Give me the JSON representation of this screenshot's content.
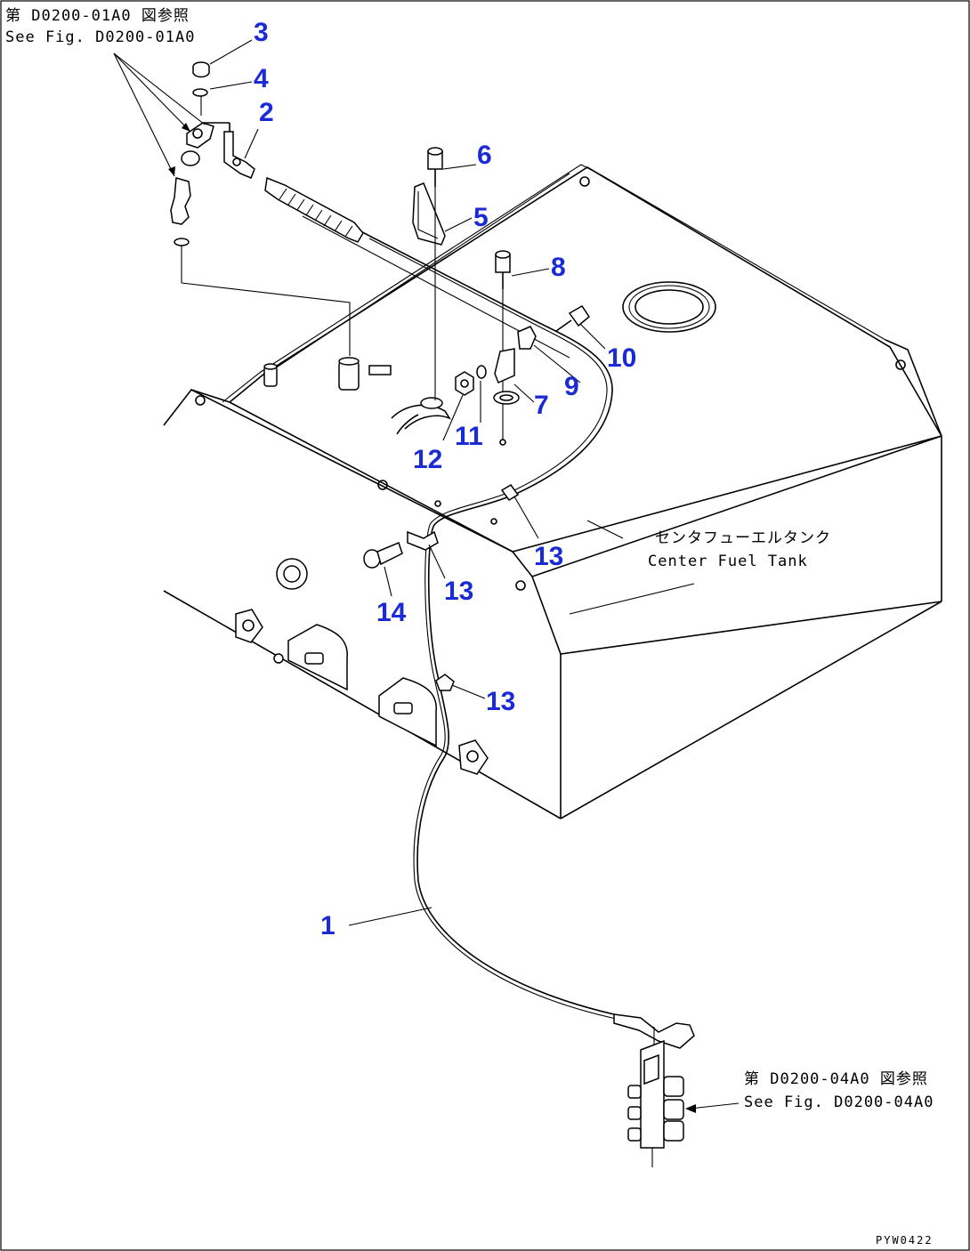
{
  "references": {
    "top_left_jp": "第 D0200-01A0 図参照",
    "top_left_en": "See Fig. D0200-01A0",
    "bottom_right_jp": "第 D0200-04A0 図参照",
    "bottom_right_en": "See Fig. D0200-04A0"
  },
  "tank_label": {
    "jp": "センタフューエルタンク",
    "en": "Center Fuel Tank"
  },
  "callouts": {
    "c1": "1",
    "c2": "2",
    "c3": "3",
    "c4": "4",
    "c5": "5",
    "c6": "6",
    "c7": "7",
    "c8": "8",
    "c9": "9",
    "c10": "10",
    "c11": "11",
    "c12": "12",
    "c13a": "13",
    "c13b": "13",
    "c13c": "13",
    "c14": "14"
  },
  "drawing_id": "PYW0422",
  "colors": {
    "callout": "#1a2bd6",
    "line": "#000000",
    "background": "#ffffff"
  }
}
